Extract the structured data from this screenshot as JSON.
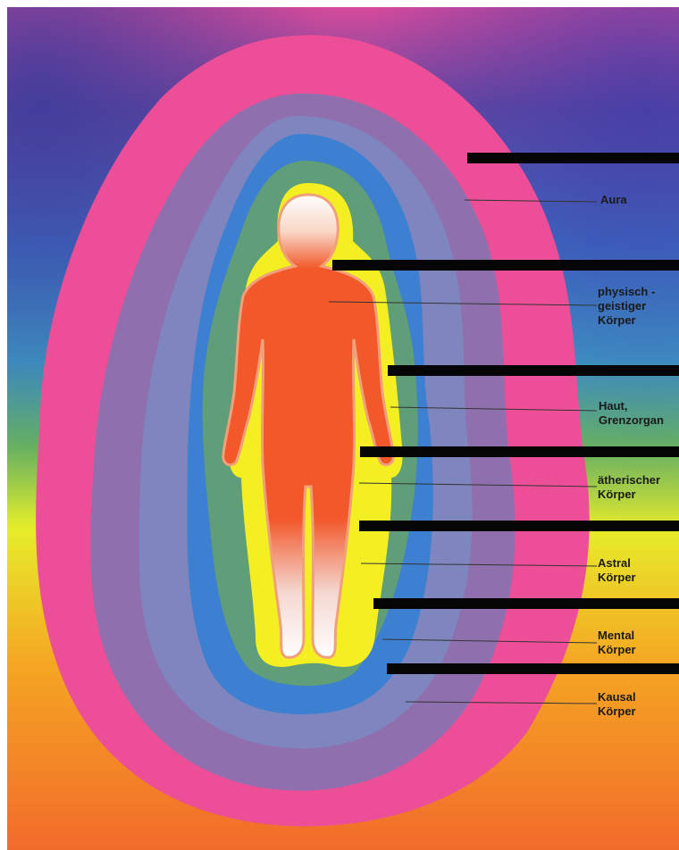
{
  "figure": {
    "labels": [
      {
        "id": "aura",
        "text": "Aura"
      },
      {
        "id": "physisch",
        "text": "physisch -\ngeistiger\nKörper"
      },
      {
        "id": "haut",
        "text": "Haut,\nGrenzorgan"
      },
      {
        "id": "aetherisch",
        "text": "ätherischer\nKörper"
      },
      {
        "id": "astral",
        "text": "Astral\nKörper"
      },
      {
        "id": "mental",
        "text": "Mental\nKörper"
      },
      {
        "id": "kausal",
        "text": "Kausal\nKörper"
      }
    ],
    "layer_colors": {
      "aura": "#ec4f98",
      "kausal": "#8f6fae",
      "mental": "#7f86bf",
      "astral": "#3d7fd0",
      "aetherisch": "#5f9e78",
      "haut": "#f4ef22",
      "body": "#f2582a",
      "body_outline": "#f0a07a"
    }
  }
}
